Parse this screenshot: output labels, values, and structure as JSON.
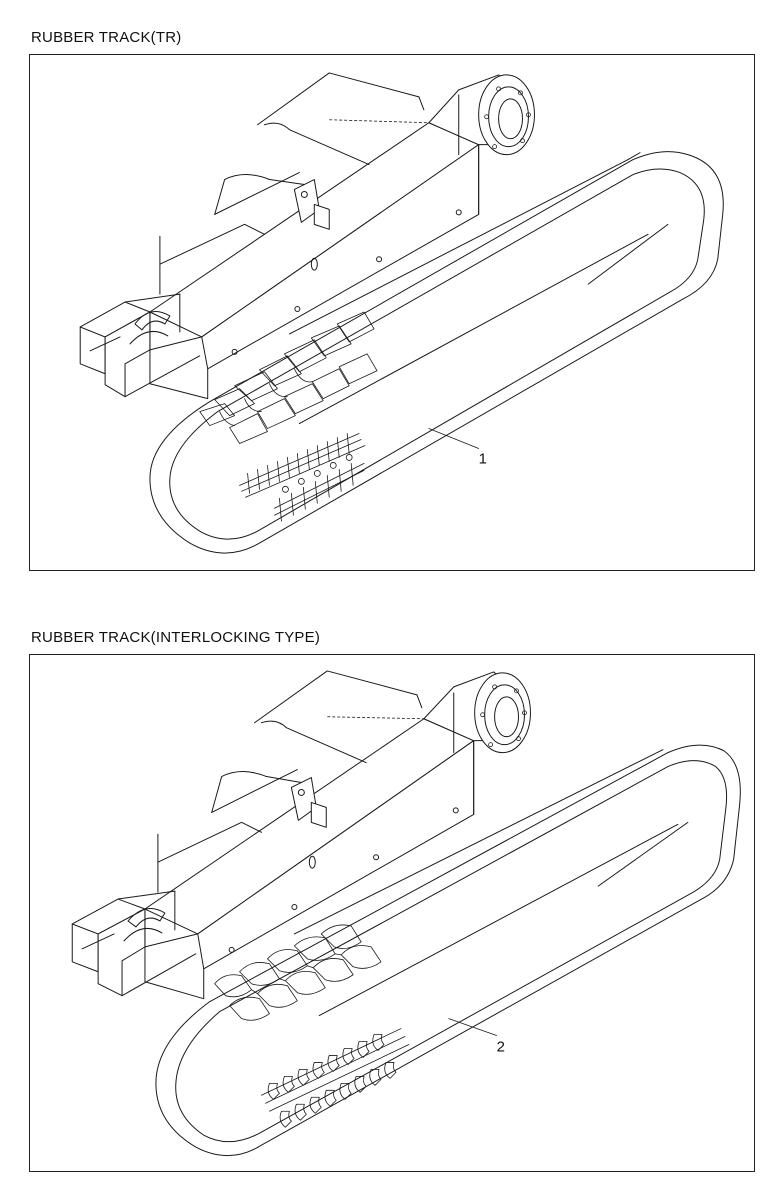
{
  "diagrams": [
    {
      "title": "RUBBER TRACK(TR)",
      "callout": "1",
      "tread_pattern": "TR"
    },
    {
      "title": "RUBBER TRACK(INTERLOCKING TYPE)",
      "callout": "2",
      "tread_pattern": "interlocking"
    }
  ],
  "colors": {
    "line": "#1a1a1a",
    "background": "#ffffff"
  }
}
